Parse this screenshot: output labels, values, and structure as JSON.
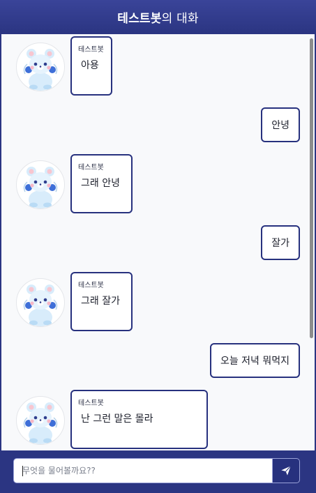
{
  "header": {
    "title_bold": "테스트봇",
    "title_suffix": "의 대화"
  },
  "composer": {
    "placeholder": "무엇을 물어볼까요??"
  },
  "colors": {
    "primary": "#2b3582",
    "bubble_border": "#27317e",
    "chat_bg": "#f8f9fb"
  },
  "icons": {
    "send": "paper-plane-icon",
    "avatar": "bear-mascot-icon"
  },
  "messages": [
    {
      "role": "bot",
      "name": "테스트봇",
      "text": "아용"
    },
    {
      "role": "user",
      "text": "안녕"
    },
    {
      "role": "bot",
      "name": "테스트봇",
      "text": "그래 안녕"
    },
    {
      "role": "user",
      "text": "잘가"
    },
    {
      "role": "bot",
      "name": "테스트봇",
      "text": "그래 잘가"
    },
    {
      "role": "user",
      "text": "오늘 저녁 뭐먹지"
    },
    {
      "role": "bot",
      "name": "테스트봇",
      "text": "난 그런 말은 몰라"
    }
  ]
}
